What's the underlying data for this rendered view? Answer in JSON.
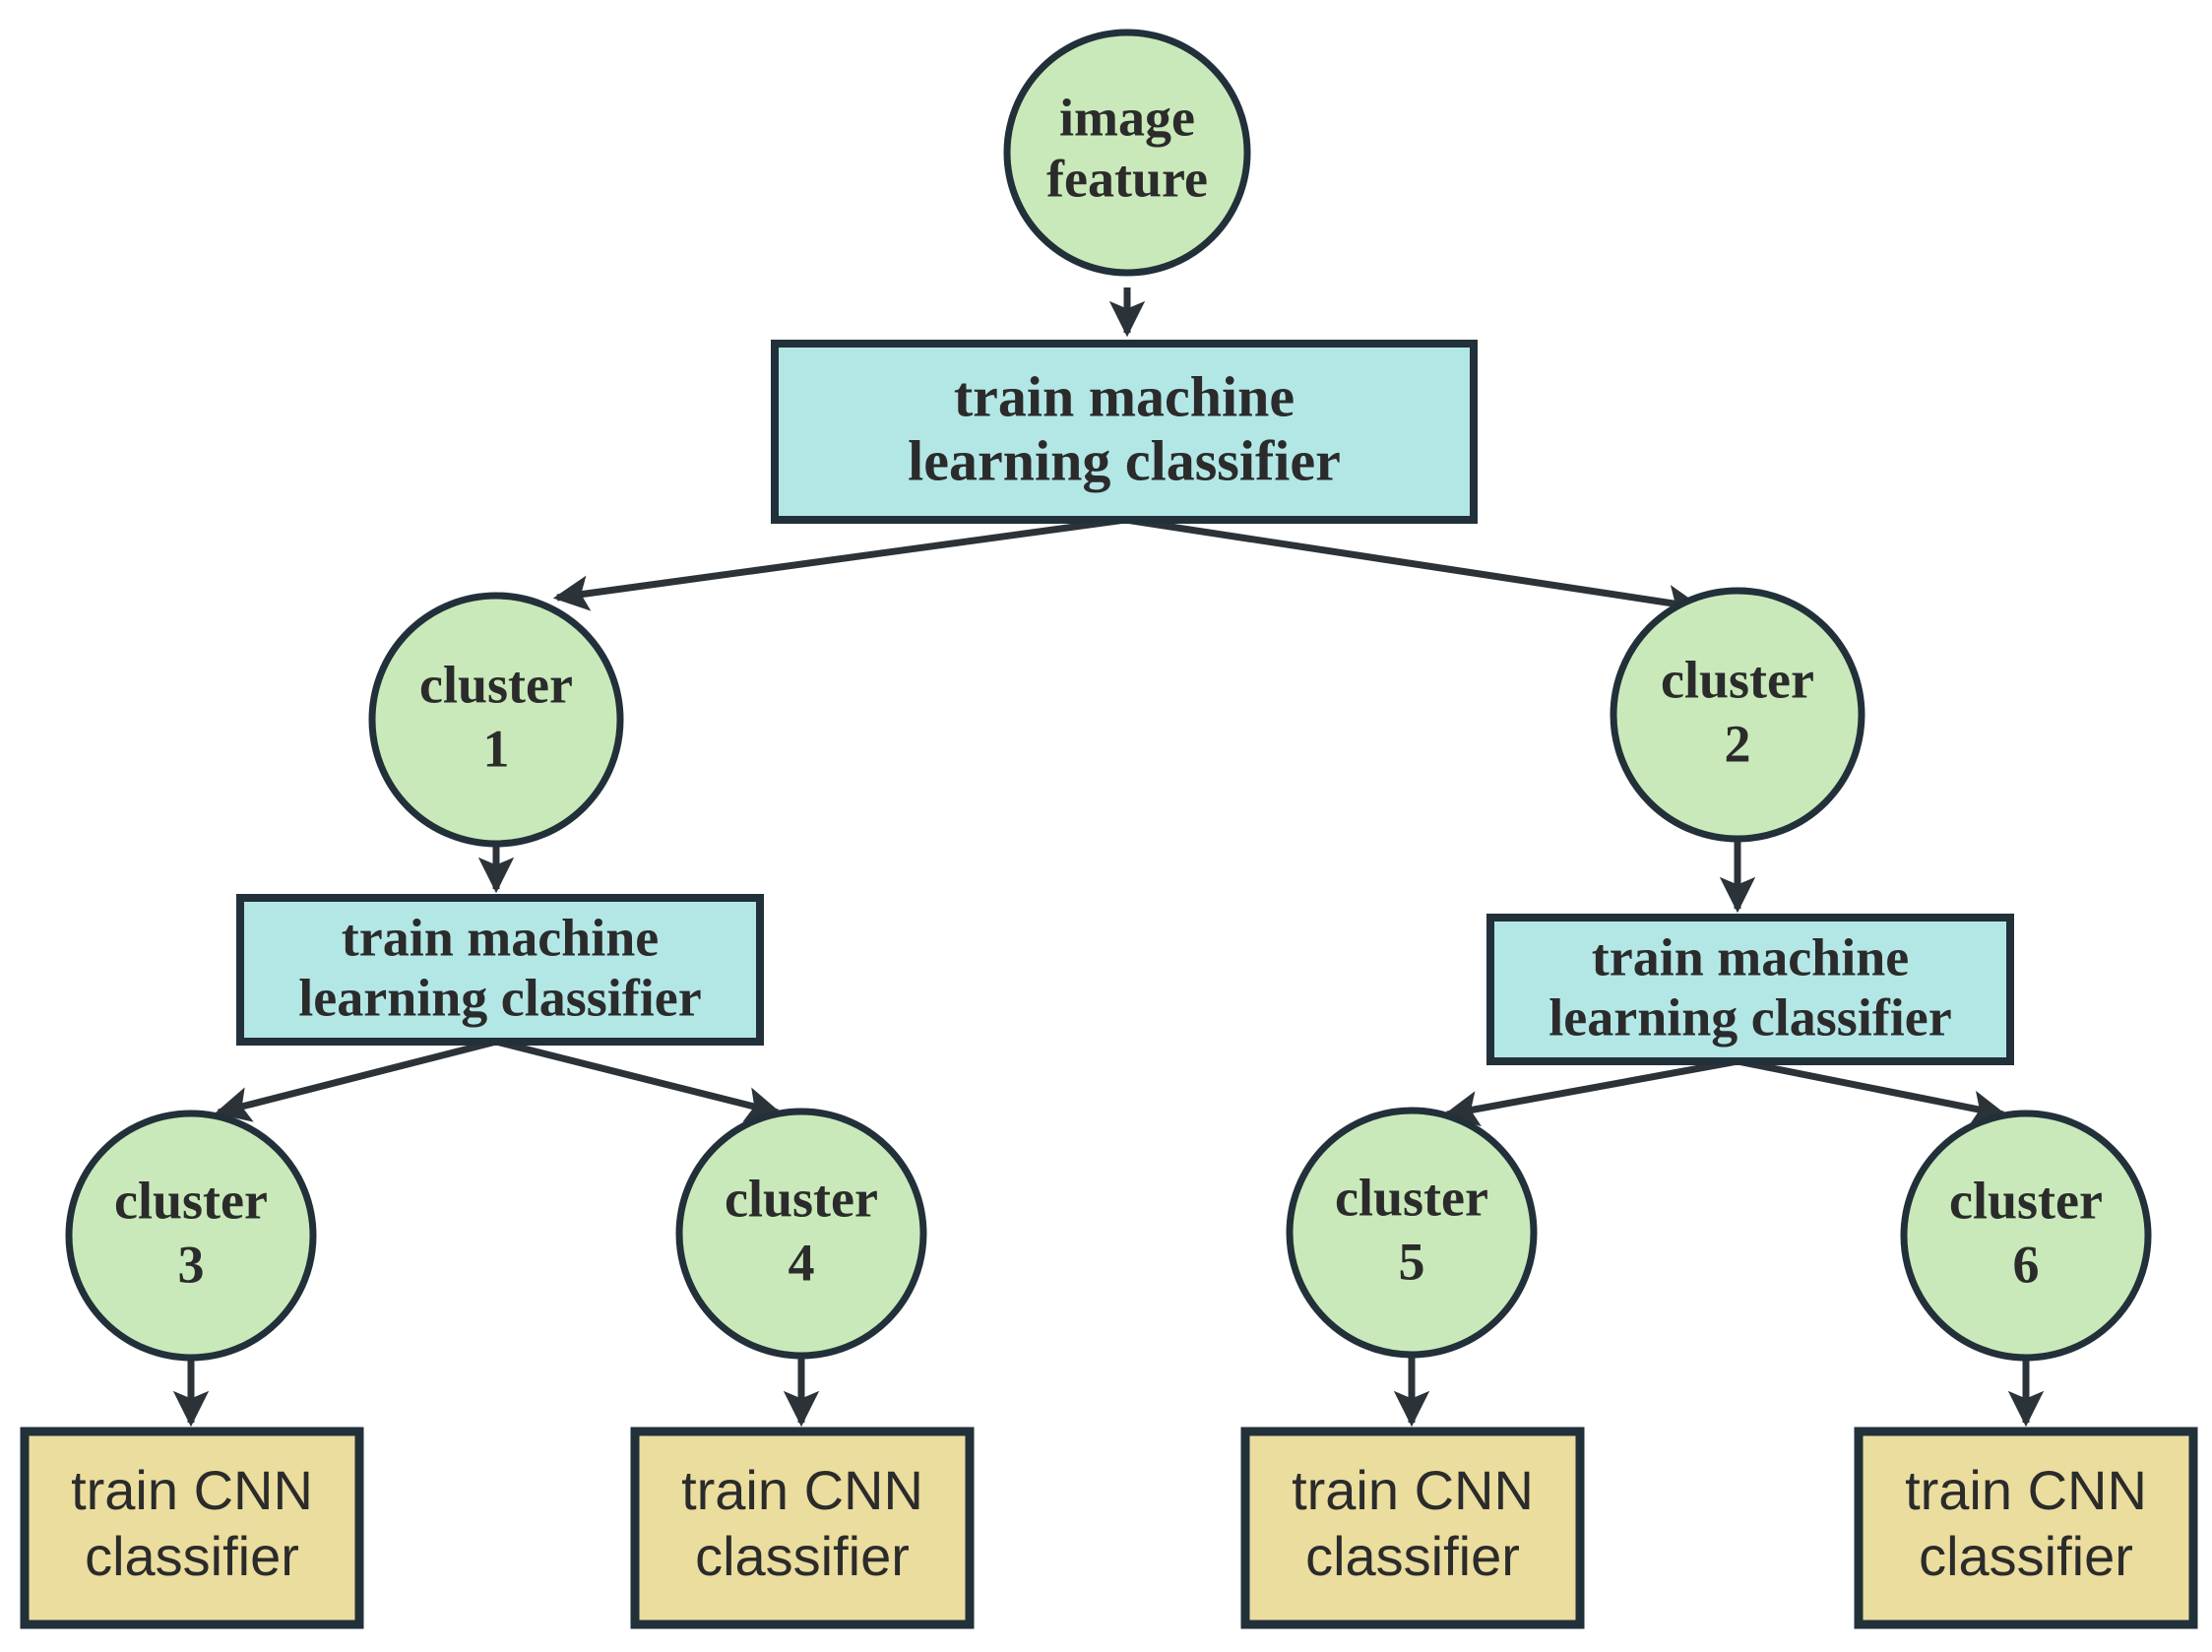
{
  "diagram": {
    "type": "flowchart",
    "title": "hierarchical clustering and classifier training pipeline",
    "colors": {
      "circle_fill": "#c9e9ba",
      "box_fill_blue": "#b3e7e6",
      "box_fill_yellow": "#eadd9e",
      "stroke": "#22303a",
      "text": "#2b2b2b",
      "background": "#ffffff"
    },
    "nodes": {
      "image_feature": {
        "line1": "image",
        "line2": "feature",
        "shape": "circle",
        "fill": "green"
      },
      "ml_root": {
        "line1": "train machine",
        "line2": "learning classifier",
        "shape": "rect",
        "fill": "blue"
      },
      "cluster1": {
        "line1": "cluster",
        "line2": "1",
        "shape": "circle",
        "fill": "green"
      },
      "cluster2": {
        "line1": "cluster",
        "line2": "2",
        "shape": "circle",
        "fill": "green"
      },
      "ml_left": {
        "line1": "train machine",
        "line2": "learning classifier",
        "shape": "rect",
        "fill": "blue"
      },
      "ml_right": {
        "line1": "train machine",
        "line2": "learning classifier",
        "shape": "rect",
        "fill": "blue"
      },
      "cluster3": {
        "line1": "cluster",
        "line2": "3",
        "shape": "circle",
        "fill": "green"
      },
      "cluster4": {
        "line1": "cluster",
        "line2": "4",
        "shape": "circle",
        "fill": "green"
      },
      "cluster5": {
        "line1": "cluster",
        "line2": "5",
        "shape": "circle",
        "fill": "green"
      },
      "cluster6": {
        "line1": "cluster",
        "line2": "6",
        "shape": "circle",
        "fill": "green"
      },
      "cnn1": {
        "line1": "train CNN",
        "line2": "classifier",
        "shape": "rect",
        "fill": "yellow"
      },
      "cnn2": {
        "line1": "train CNN",
        "line2": "classifier",
        "shape": "rect",
        "fill": "yellow"
      },
      "cnn3": {
        "line1": "train CNN",
        "line2": "classifier",
        "shape": "rect",
        "fill": "yellow"
      },
      "cnn4": {
        "line1": "train CNN",
        "line2": "classifier",
        "shape": "rect",
        "fill": "yellow"
      }
    },
    "edges": [
      {
        "from": "image_feature",
        "to": "ml_root",
        "arrow": true
      },
      {
        "from": "ml_root",
        "to": "cluster1",
        "arrow": true
      },
      {
        "from": "ml_root",
        "to": "cluster2",
        "arrow": true
      },
      {
        "from": "cluster1",
        "to": "ml_left",
        "arrow": true
      },
      {
        "from": "cluster2",
        "to": "ml_right",
        "arrow": true
      },
      {
        "from": "ml_left",
        "to": "cluster3",
        "arrow": true
      },
      {
        "from": "ml_left",
        "to": "cluster4",
        "arrow": true
      },
      {
        "from": "ml_right",
        "to": "cluster5",
        "arrow": true
      },
      {
        "from": "ml_right",
        "to": "cluster6",
        "arrow": true
      },
      {
        "from": "cluster3",
        "to": "cnn1",
        "arrow": true
      },
      {
        "from": "cluster4",
        "to": "cnn2",
        "arrow": true
      },
      {
        "from": "cluster5",
        "to": "cnn3",
        "arrow": true
      },
      {
        "from": "cluster6",
        "to": "cnn4",
        "arrow": true
      }
    ]
  }
}
